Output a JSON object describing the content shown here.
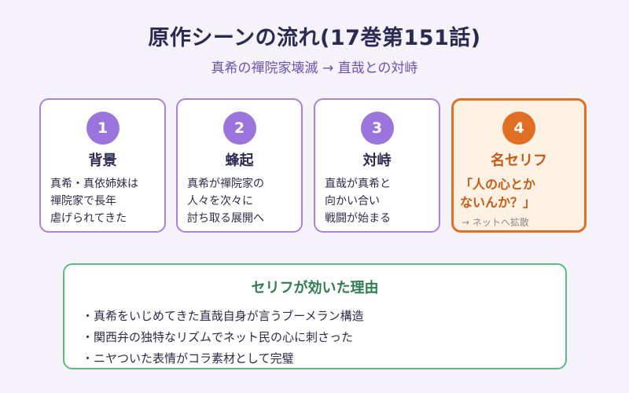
{
  "title": "原作シーンの流れ(17巻第151話)",
  "subtitle": "真希の禪院家壊滅 → 直哉との対峙",
  "steps": [
    {
      "num": "1",
      "title": "背景",
      "lines": [
        "真希・真依姉妹は",
        "禪院家で長年",
        "虐げられてきた"
      ]
    },
    {
      "num": "2",
      "title": "蜂起",
      "lines": [
        "真希が禪院家の",
        "人々を次々に",
        "討ち取る展開へ"
      ]
    },
    {
      "num": "3",
      "title": "対峙",
      "lines": [
        "直哉が真希と",
        "向かい合い",
        "戦闘が始まる"
      ]
    },
    {
      "num": "4",
      "title": "名セリフ",
      "quote": [
        "「人の心とか",
        "ないんか？」"
      ],
      "note": "→ ネットへ拡散"
    }
  ],
  "reason": {
    "title": "セリフが効いた理由",
    "items": [
      "真希をいじめてきた直哉自身が言うブーメラン構造",
      "関西弁の独特なリズムでネット民の心に刺さった",
      "ニヤついた表情がコラ素材として完璧"
    ]
  },
  "colors": {
    "accent_purple": "#9b74dd",
    "highlight_orange": "#e06f24",
    "reason_green": "#5cb980"
  }
}
